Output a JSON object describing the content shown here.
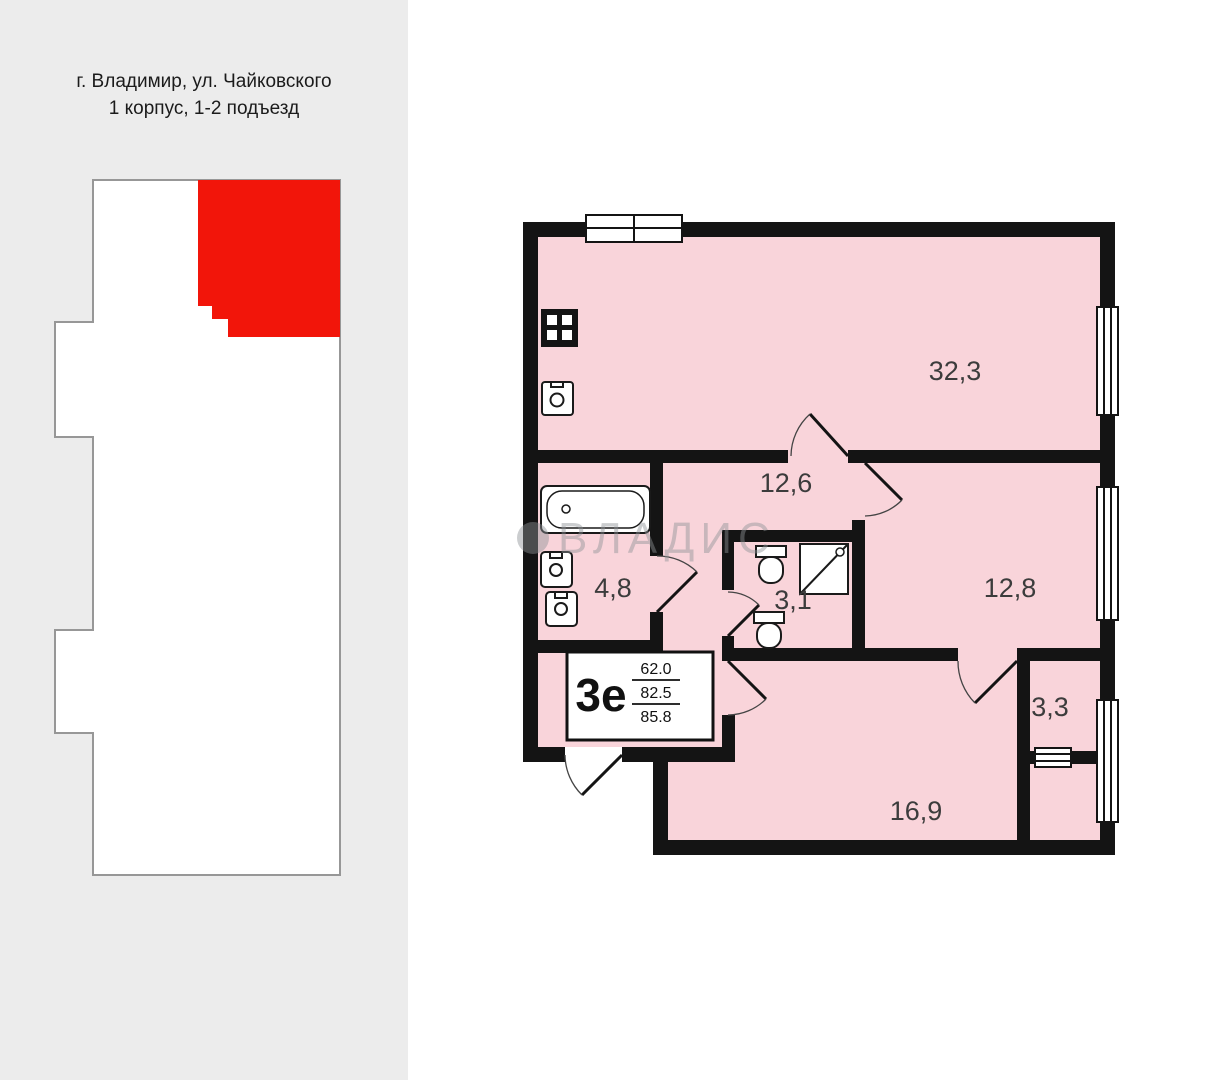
{
  "sidebar": {
    "address_line1": "г. Владимир, ул. Чайковского",
    "address_line2": "1 корпус, 1-2 подъезд"
  },
  "plan": {
    "watermark": "ВЛАДИС",
    "rooms": {
      "living": "32,3",
      "hall": "12,6",
      "bedroom": "12,8",
      "bath": "4,8",
      "wc": "3,1",
      "balcony": "3,3",
      "kitchen_living": "16,9"
    },
    "stamp": {
      "label": "3е",
      "value_top": "62.0",
      "value_middle": "82.5",
      "value_bottom": "85.8"
    }
  },
  "colors": {
    "wall": "#141414",
    "room_fill": "#f9d4da",
    "highlight_red": "#f2150a",
    "sidebar_bg": "#ececec"
  }
}
